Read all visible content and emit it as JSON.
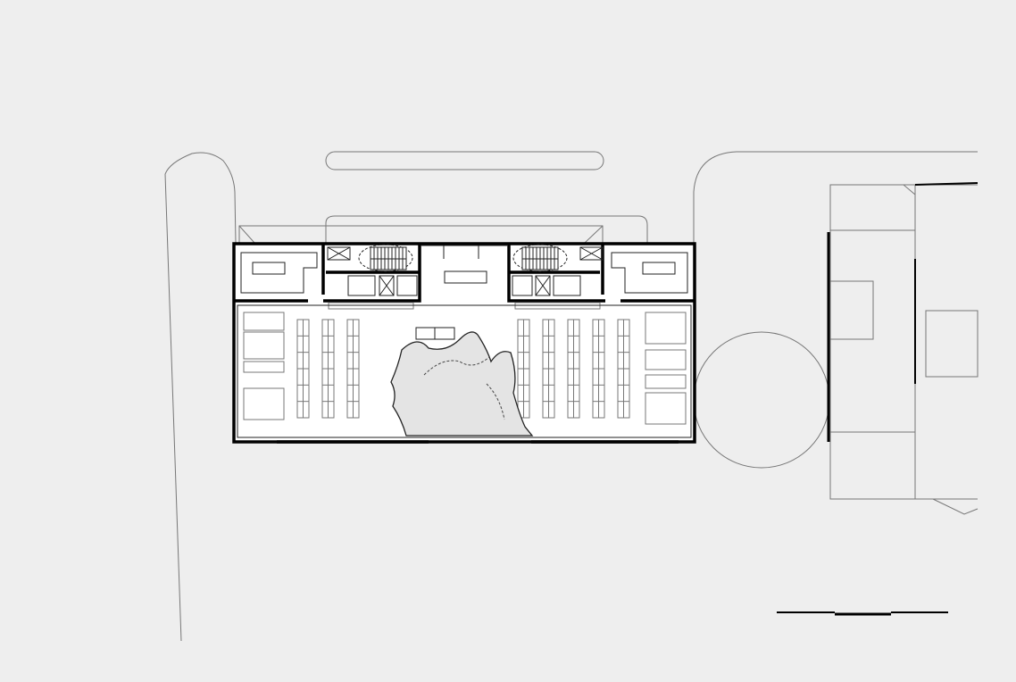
{
  "drawing": {
    "kind": "site floor plan",
    "colors": {
      "background": "#eeeeee",
      "building_interior": "#ffffff",
      "walls": "#000000",
      "courtyard": "#e6e6e6",
      "linework": "#777777"
    },
    "shelving": {
      "left_rows": 3,
      "right_rows": 5,
      "shelf_segments_per_row": 6
    },
    "scale_bar": {
      "segments": 3
    }
  }
}
